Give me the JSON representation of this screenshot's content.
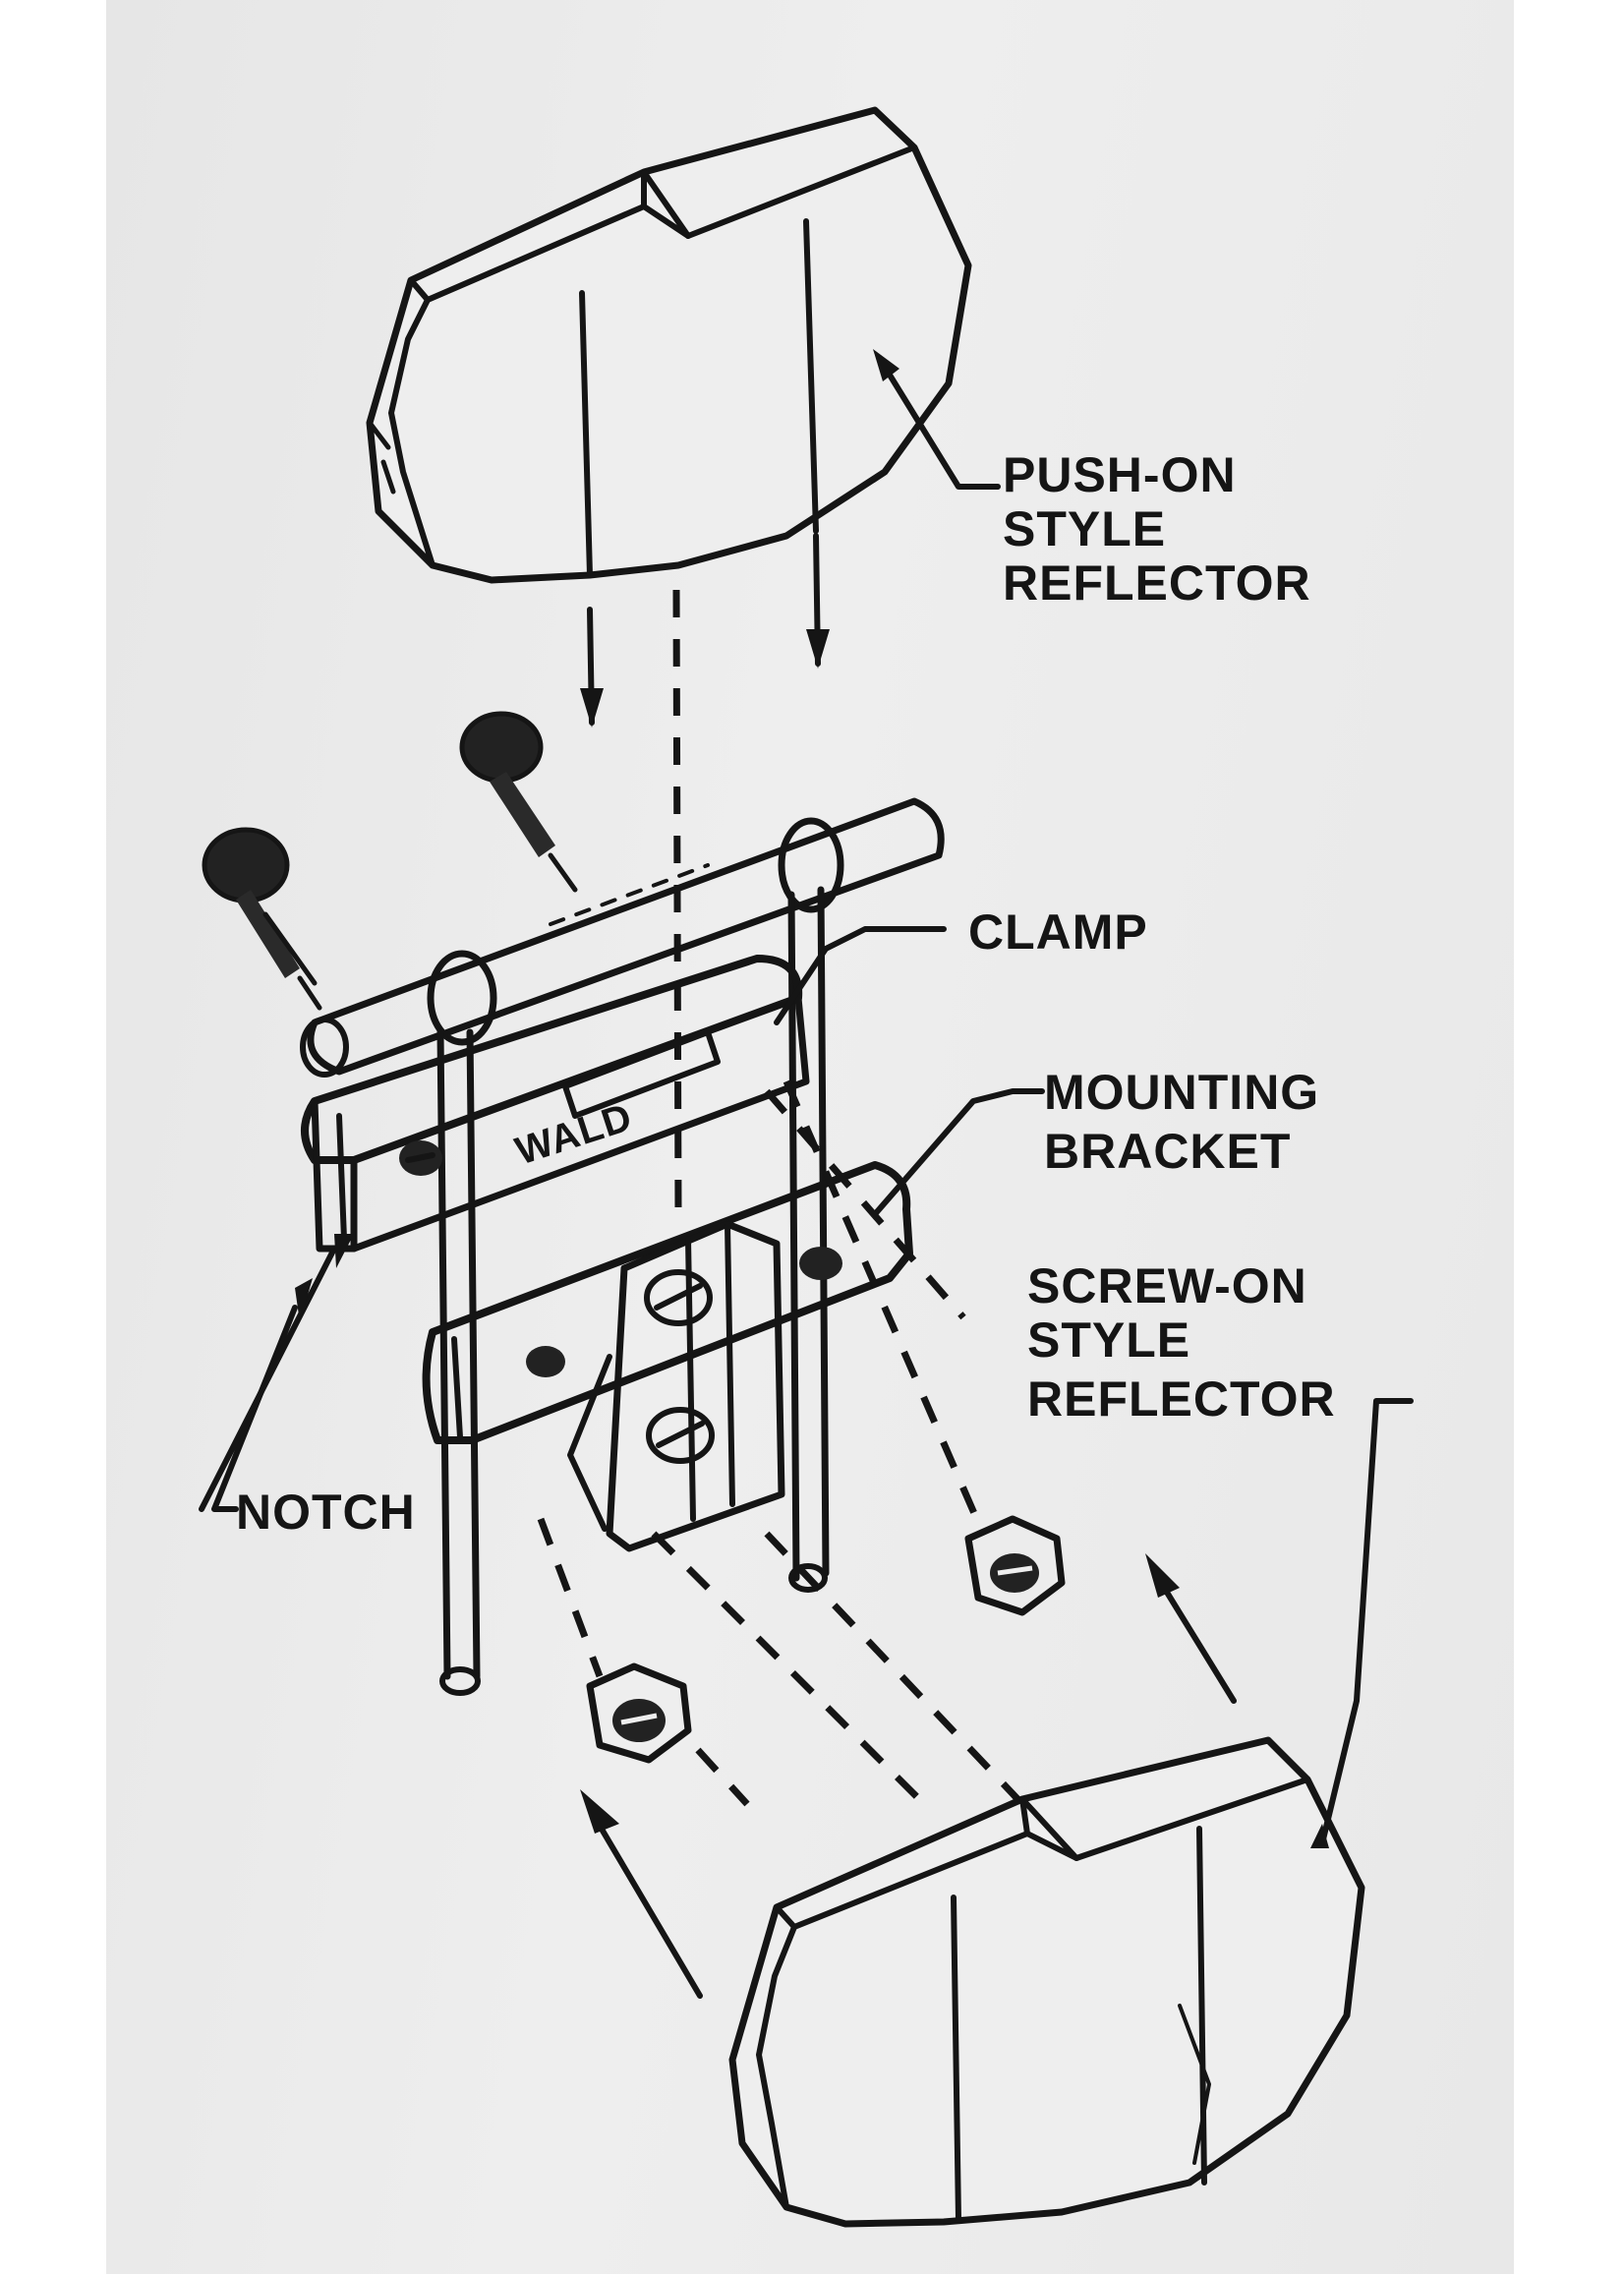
{
  "brand": "WALD",
  "labels": {
    "push_on_1": "PUSH-ON",
    "push_on_2": "STYLE",
    "push_on_3": "REFLECTOR",
    "clamp": "CLAMP",
    "mounting_1": "MOUNTING",
    "mounting_2": "BRACKET",
    "screw_on_1": "SCREW-ON",
    "screw_on_2": "STYLE",
    "screw_on_3": "REFLECTOR",
    "notch": "NOTCH"
  },
  "colors": {
    "ink": "#151515",
    "paper": "#eeeeee"
  }
}
